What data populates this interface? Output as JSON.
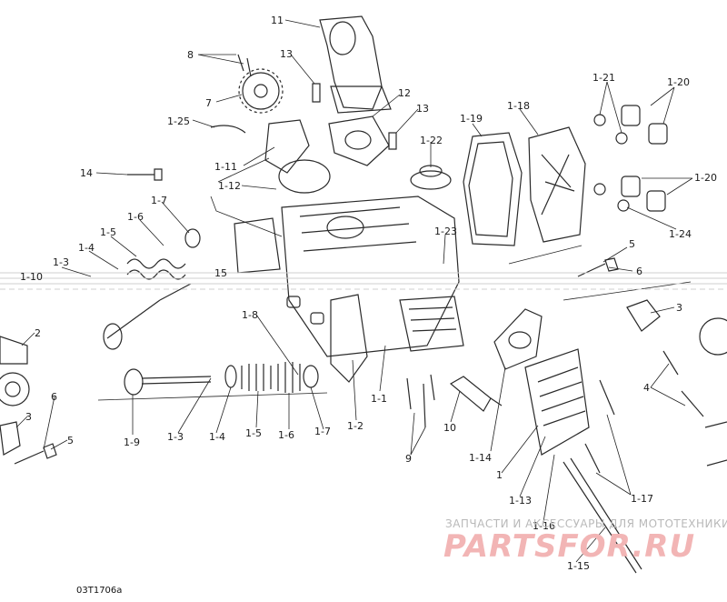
{
  "diagram": {
    "code": "03T1706a",
    "watermark": {
      "caption": "ЗАПЧАСТИ И АКСЕССУАРЫ ДЛЯ МОТОТЕХНИКИ",
      "brand": "PARTSFOR.RU"
    },
    "labels": [
      "11",
      "8",
      "13",
      "12",
      "13",
      "7",
      "1-25",
      "1-11",
      "1-22",
      "1-19",
      "1-18",
      "1-21",
      "1-20",
      "14",
      "1-12",
      "1-20",
      "1-7",
      "1-6",
      "1-5",
      "1-4",
      "1-3",
      "1-10",
      "15",
      "1-23",
      "1-24",
      "5",
      "6",
      "2",
      "1-8",
      "3",
      "6",
      "5",
      "3",
      "1-9",
      "1-3",
      "1-4",
      "1-5",
      "1-6",
      "1-7",
      "1-2",
      "1-1",
      "9",
      "10",
      "1-14",
      "1",
      "1-13",
      "1-16",
      "4",
      "1-17",
      "1-15"
    ]
  }
}
